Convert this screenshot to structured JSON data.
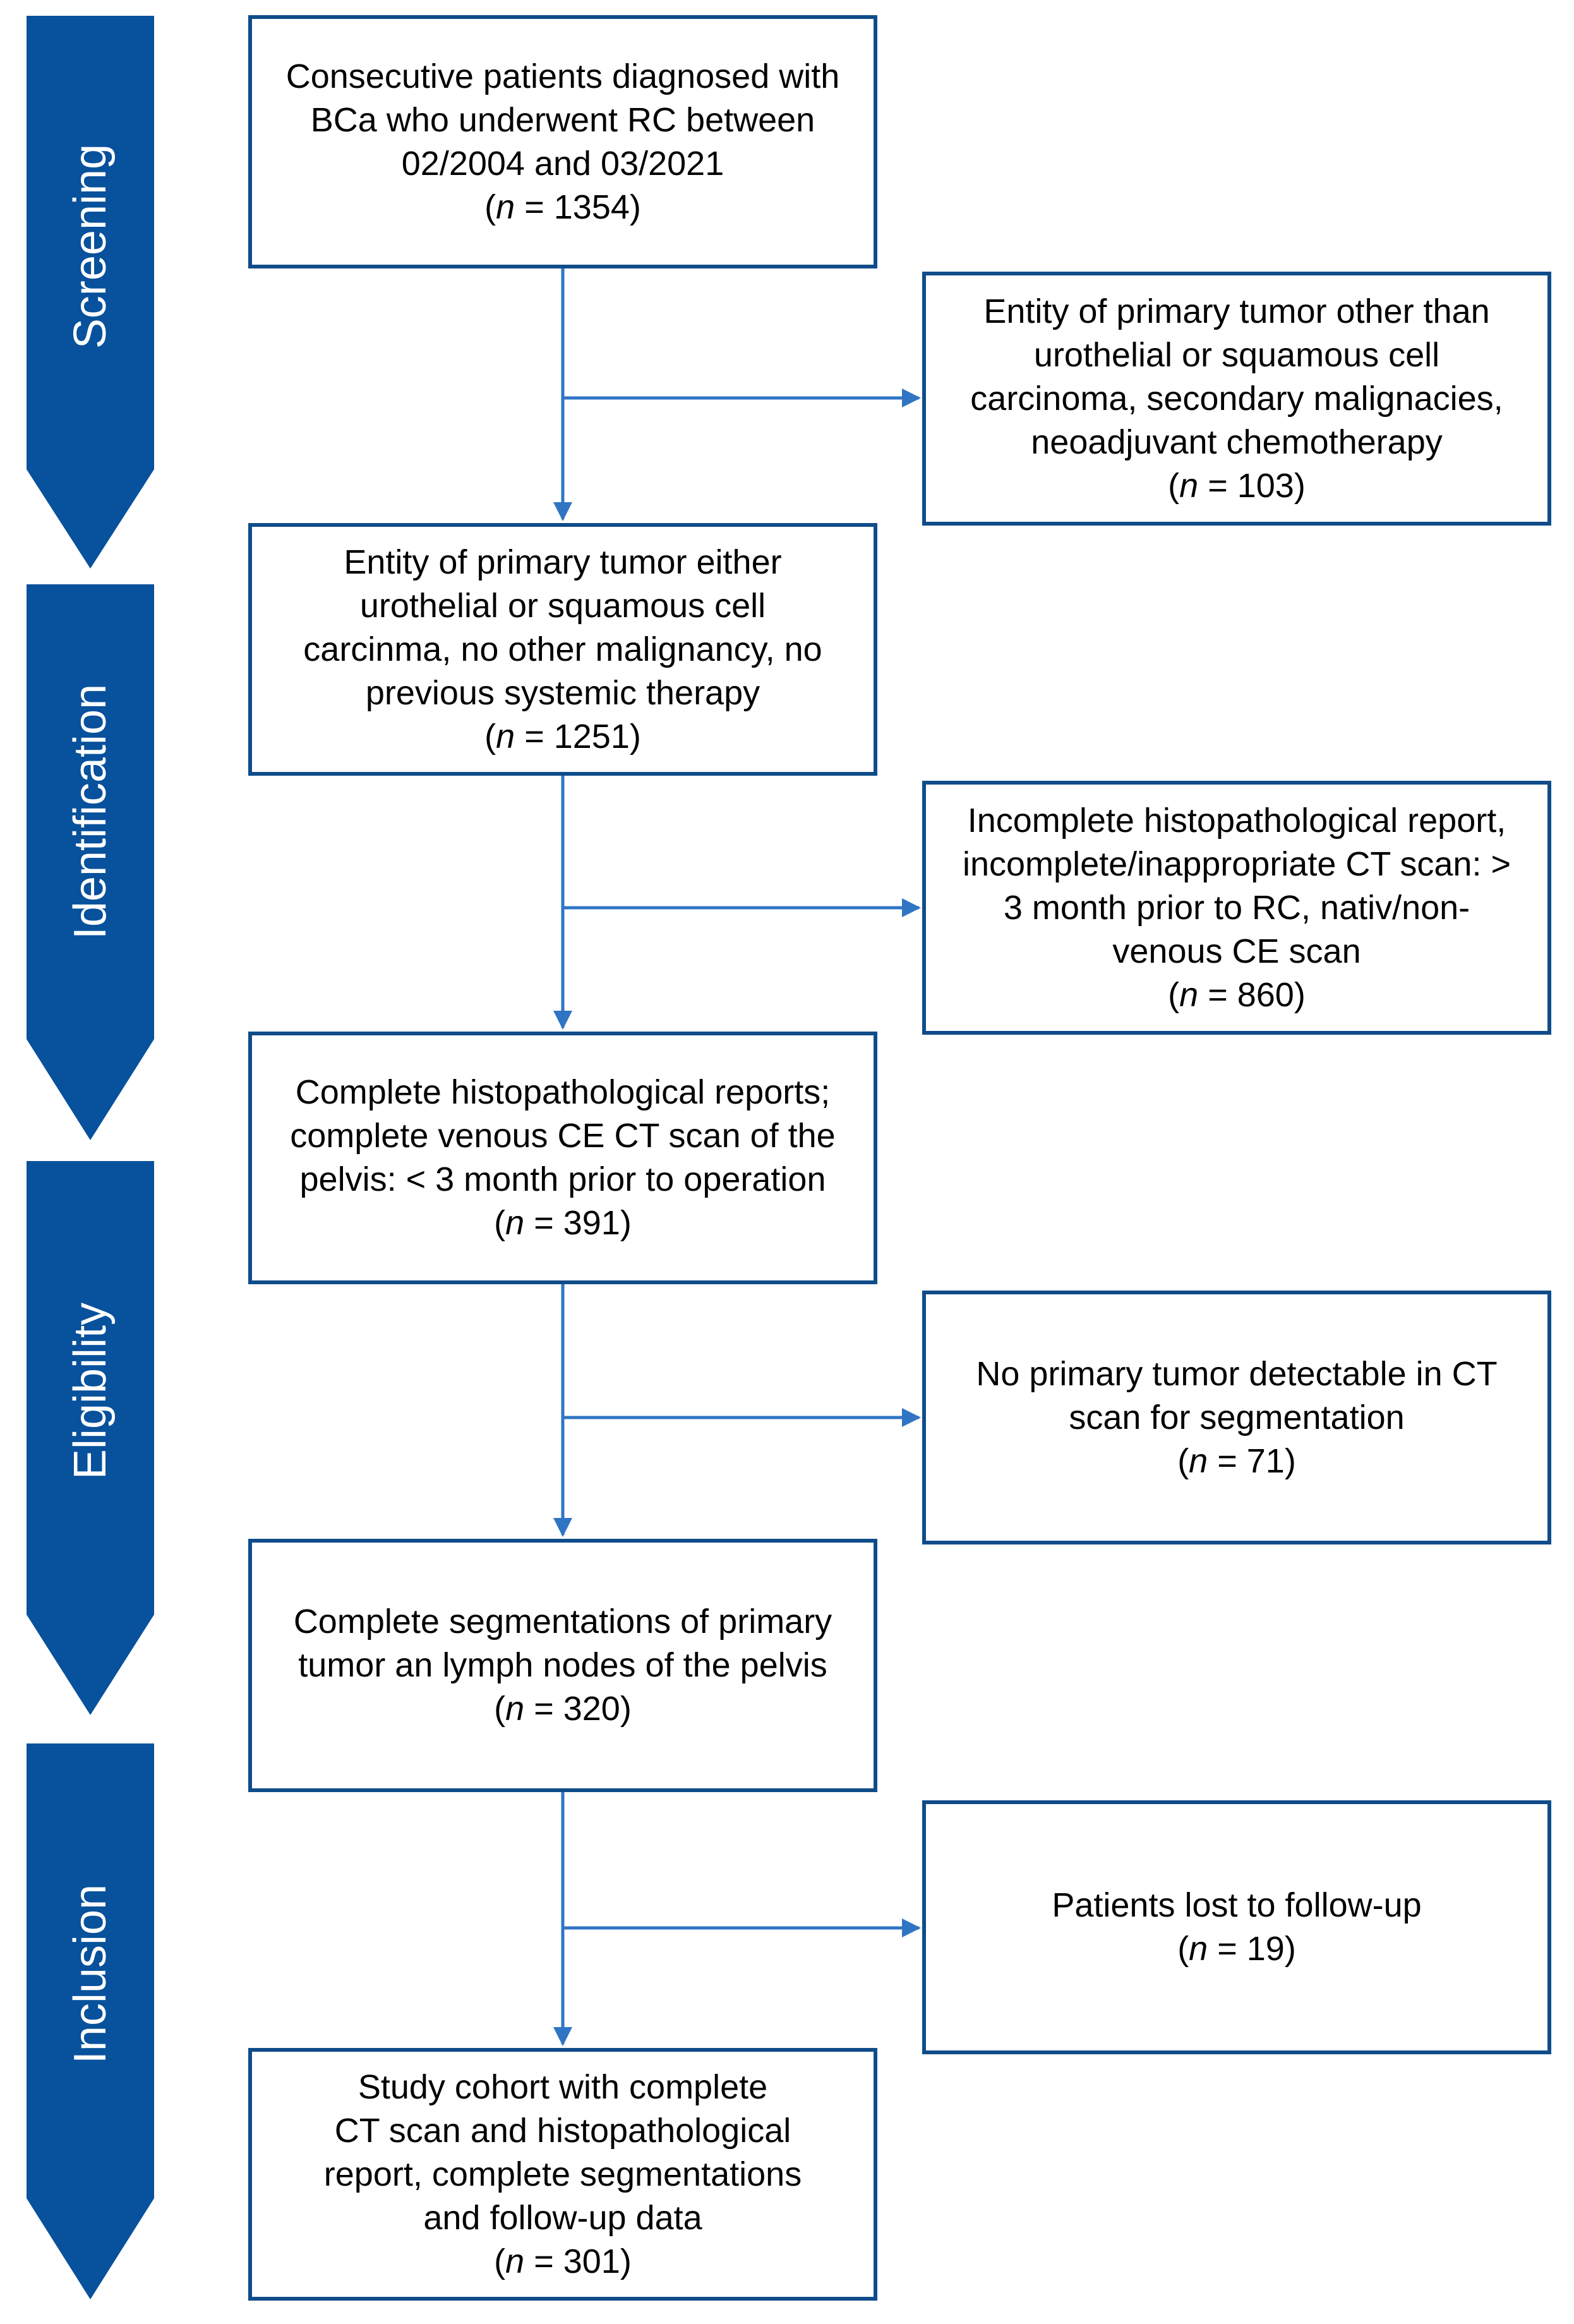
{
  "colors": {
    "stage_fill": "#08519c",
    "box_border": "#0f4c8a",
    "arrow": "#2f75c4"
  },
  "stages": [
    {
      "label": "Screening"
    },
    {
      "label": "Identification"
    },
    {
      "label": "Eligibility"
    },
    {
      "label": "Inclusion"
    }
  ],
  "main_boxes": [
    {
      "lines": [
        "Consecutive patients diagnosed with",
        "BCa who underwent RC between",
        "02/2004 and 03/2021"
      ],
      "n": " = 1354)"
    },
    {
      "lines": [
        "Entity of primary tumor either",
        "urothelial or squamous cell",
        "carcinma, no other malignancy, no",
        "previous systemic therapy"
      ],
      "n": " = 1251)"
    },
    {
      "lines": [
        "Complete histopathological reports;",
        "complete venous CE CT scan of the",
        "pelvis: < 3 month prior to operation"
      ],
      "n": " = 391)"
    },
    {
      "lines": [
        "Complete segmentations of primary",
        "tumor an lymph nodes of the pelvis"
      ],
      "n": " = 320)"
    },
    {
      "lines": [
        "Study cohort with complete",
        "CT scan and histopathological",
        "report, complete segmentations",
        "and follow-up data"
      ],
      "n": " = 301)"
    }
  ],
  "exclusion_boxes": [
    {
      "lines": [
        "Entity of primary tumor other than",
        "urothelial or squamous cell",
        "carcinoma, secondary malignacies,",
        "neoadjuvant chemotherapy"
      ],
      "n": " = 103)"
    },
    {
      "lines": [
        "Incomplete histopathological report,",
        "incomplete/inappropriate CT scan: >",
        "3 month prior to RC, nativ/non-",
        "venous CE scan"
      ],
      "n": " = 860)"
    },
    {
      "lines": [
        "No primary tumor detectable in CT",
        "scan for segmentation"
      ],
      "n": " = 71)"
    },
    {
      "lines": [
        "Patients lost to follow-up"
      ],
      "n": " = 19)"
    }
  ],
  "count_prefix": "(",
  "count_var": "n"
}
